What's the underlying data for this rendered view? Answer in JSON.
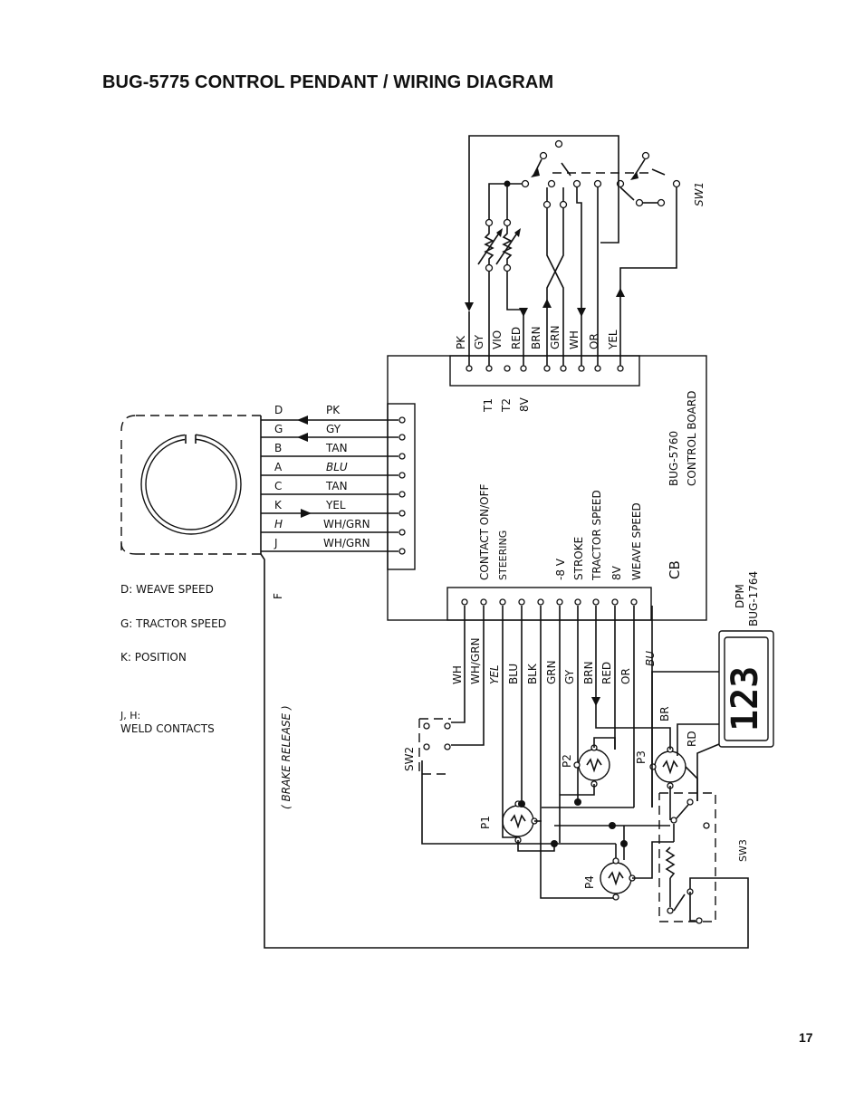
{
  "title": "BUG-5775 CONTROL PENDANT / WIRING DIAGRAM",
  "page_number": "17",
  "switch_labels": {
    "sw1": "SW1",
    "sw2": "SW2",
    "sw3": "SW3"
  },
  "top_wires": [
    "PK",
    "GY",
    "VIO",
    "RED",
    "BRN",
    "GRN",
    "WH",
    "OR",
    "YEL"
  ],
  "top_block_labels": [
    "T1",
    "T2",
    "8V"
  ],
  "control_board": {
    "line1": "BUG-5760",
    "line2": "CONTROL BOARD",
    "cb": "CB"
  },
  "board_functions": [
    "CONTACT ON/OFF",
    "STEERING",
    "-8 V",
    "STROKE",
    "TRACTOR SPEED",
    "8V",
    "WEAVE SPEED"
  ],
  "connector_rows": [
    {
      "pin": "D",
      "wire": "PK"
    },
    {
      "pin": "G",
      "wire": "GY"
    },
    {
      "pin": "B",
      "wire": "TAN"
    },
    {
      "pin": "A",
      "wire": "BLU"
    },
    {
      "pin": "C",
      "wire": "TAN"
    },
    {
      "pin": "K",
      "wire": "YEL"
    },
    {
      "pin": "H",
      "wire": "WH/GRN"
    },
    {
      "pin": "J",
      "wire": "WH/GRN"
    }
  ],
  "pin_f": "F",
  "legend": {
    "d": "D: WEAVE SPEED",
    "g": "G: TRACTOR SPEED",
    "k": "K: POSITION",
    "jh1": "J, H:",
    "jh2": "WELD CONTACTS"
  },
  "brake_release": "( BRAKE RELEASE )",
  "bottom_wires": [
    "WH",
    "WH/GRN",
    "YEL",
    "BLU",
    "BLK",
    "GRN",
    "GY",
    "BRN",
    "RED",
    "OR",
    "BU"
  ],
  "pots": [
    "P1",
    "P2",
    "P3",
    "P4"
  ],
  "dpm": {
    "line1": "DPM",
    "line2": "BUG-1764",
    "display": "123"
  },
  "small_wires": {
    "br": "BR",
    "rd": "RD"
  }
}
